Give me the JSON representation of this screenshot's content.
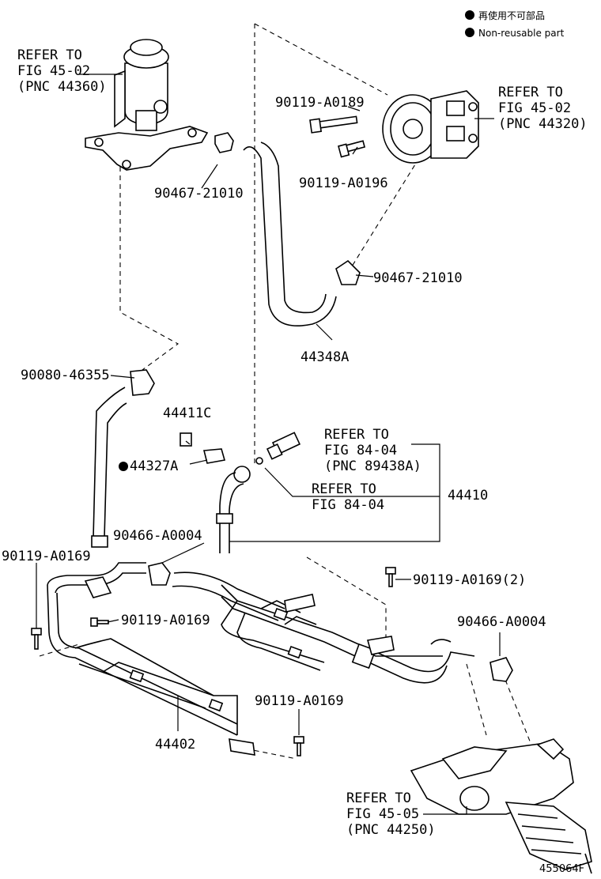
{
  "legend": {
    "reusable_marker_text": "再使用不可部品",
    "non_reusable_text": "Non-reusable part"
  },
  "labels": {
    "ref_reservoir": [
      "REFER TO",
      "FIG 45-02",
      "(PNC 44360)"
    ],
    "ref_pump": [
      "REFER TO",
      "FIG 45-02",
      "(PNC 44320)"
    ],
    "ref_switch": [
      "REFER TO",
      "FIG 84-04",
      "(PNC 89438A)"
    ],
    "ref_fig84": [
      "REFER TO",
      "FIG 84-04"
    ],
    "ref_gear": [
      "REFER TO",
      "FIG 45-05",
      "(PNC 44250)"
    ],
    "p_90119_a0189": "90119-A0189",
    "p_90119_a0196": "90119-A0196",
    "p_90467_21010_top": "90467-21010",
    "p_90467_21010_right": "90467-21010",
    "p_44348a": "44348A",
    "p_90080_46355": "90080-46355",
    "p_44411c": "44411C",
    "p_44327a": "44327A",
    "p_44410": "44410",
    "p_90466_a0004_left": "90466-A0004",
    "p_90466_a0004_right": "90466-A0004",
    "p_90119_a0169_left": "90119-A0169",
    "p_90119_a0169_mid": "90119-A0169",
    "p_90119_a0169_2": "90119-A0169(2)",
    "p_90119_a0169_bottom": "90119-A0169",
    "p_44402": "44402",
    "figure_code": "455064F"
  }
}
